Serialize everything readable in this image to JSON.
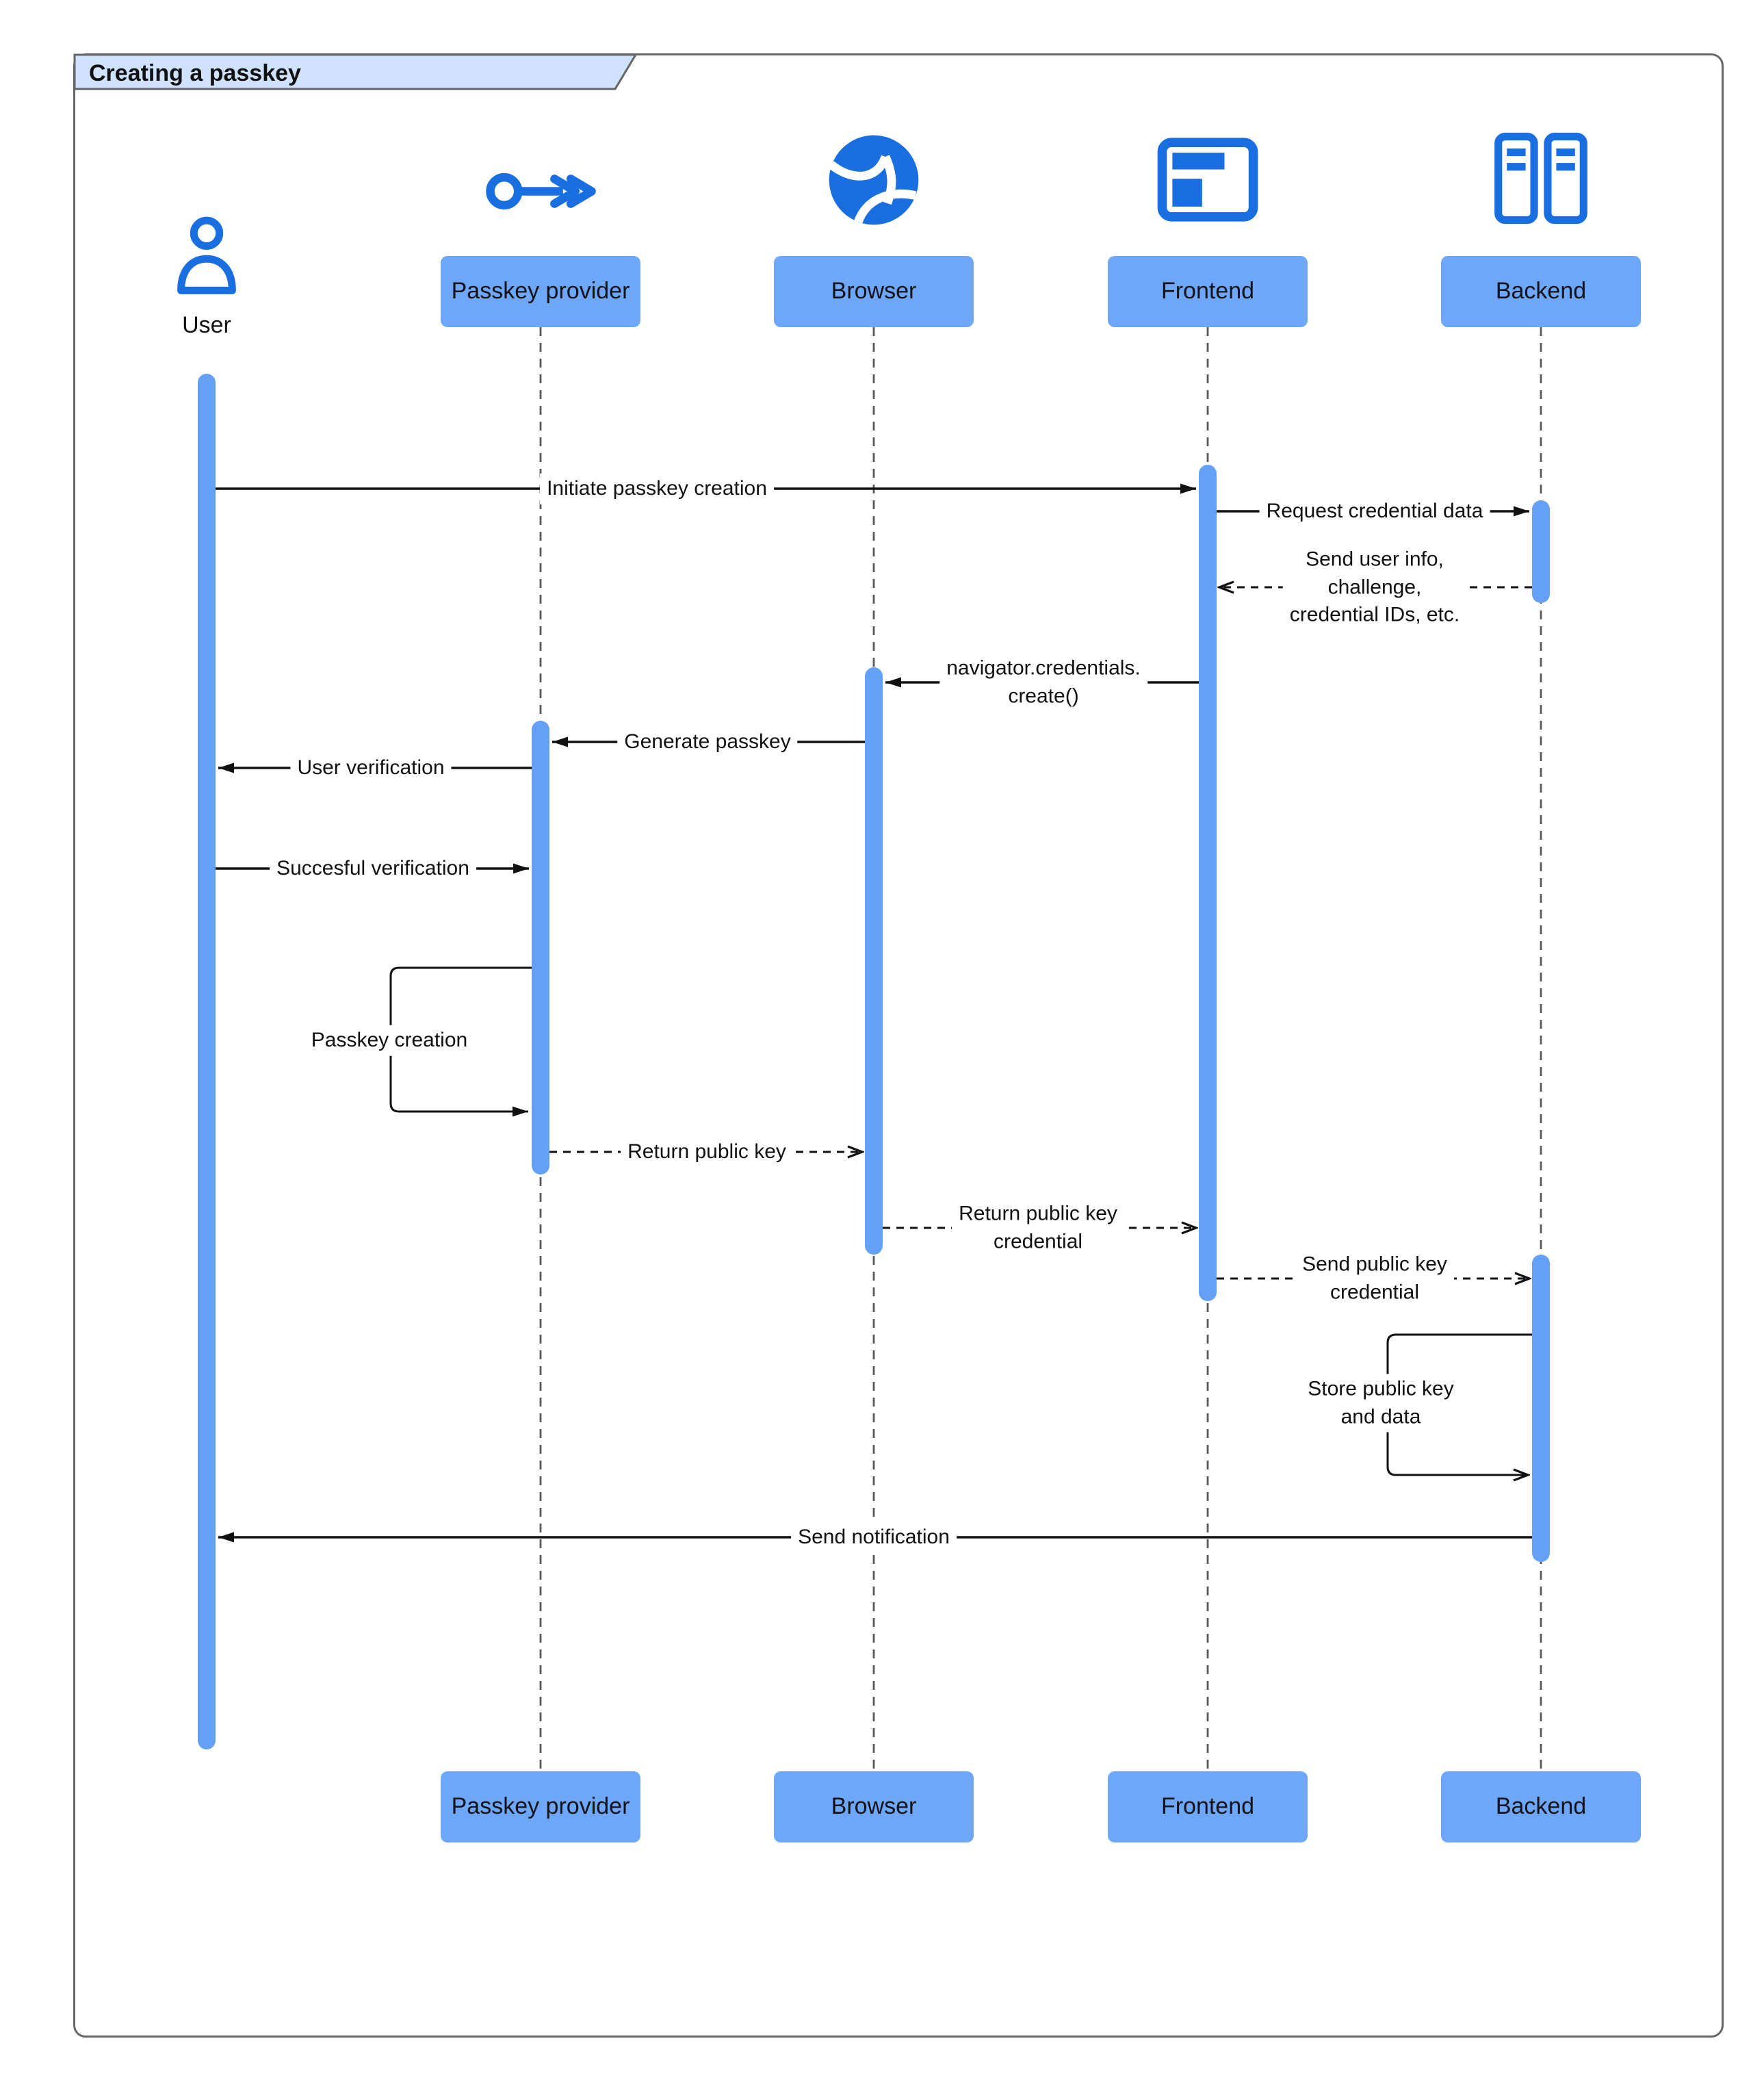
{
  "diagram": {
    "title": "Creating a passkey",
    "participants": [
      {
        "id": "user",
        "label": "User",
        "icon": "person-icon"
      },
      {
        "id": "passkey-provider",
        "label": "Passkey provider",
        "icon": "key-icon"
      },
      {
        "id": "browser",
        "label": "Browser",
        "icon": "globe-icon"
      },
      {
        "id": "frontend",
        "label": "Frontend",
        "icon": "browser-window-icon"
      },
      {
        "id": "backend",
        "label": "Backend",
        "icon": "server-icon"
      }
    ],
    "messages": [
      {
        "from": "user",
        "to": "frontend",
        "type": "solid",
        "label": "Initiate passkey creation",
        "lines": [
          "Initiate passkey creation"
        ]
      },
      {
        "from": "frontend",
        "to": "backend",
        "type": "solid",
        "label": "Request credential data",
        "lines": [
          "Request credential data"
        ]
      },
      {
        "from": "backend",
        "to": "frontend",
        "type": "dashed",
        "label": "Send user info, challenge, credential IDs, etc.",
        "lines": [
          "Send user info,",
          "challenge,",
          "credential IDs, etc."
        ]
      },
      {
        "from": "frontend",
        "to": "browser",
        "type": "solid",
        "label": "navigator.credentials.create()",
        "lines": [
          "navigator.credentials.",
          "create()"
        ]
      },
      {
        "from": "browser",
        "to": "passkey-provider",
        "type": "solid",
        "label": "Generate passkey",
        "lines": [
          "Generate passkey"
        ]
      },
      {
        "from": "passkey-provider",
        "to": "user",
        "type": "solid",
        "label": "User verification",
        "lines": [
          "User verification"
        ]
      },
      {
        "from": "user",
        "to": "passkey-provider",
        "type": "solid",
        "label": "Succesful verification",
        "lines": [
          "Succesful verification"
        ]
      },
      {
        "from": "passkey-provider",
        "to": "passkey-provider",
        "type": "self",
        "label": "Passkey creation",
        "lines": [
          "Passkey creation"
        ]
      },
      {
        "from": "passkey-provider",
        "to": "browser",
        "type": "dashed",
        "label": "Return public key",
        "lines": [
          "Return public key"
        ]
      },
      {
        "from": "browser",
        "to": "frontend",
        "type": "dashed",
        "label": "Return public key credential",
        "lines": [
          "Return public key",
          "credential"
        ]
      },
      {
        "from": "frontend",
        "to": "backend",
        "type": "dashed",
        "label": "Send public key credential",
        "lines": [
          "Send public key",
          "credential"
        ]
      },
      {
        "from": "backend",
        "to": "backend",
        "type": "self",
        "label": "Store public key and data",
        "lines": [
          "Store public key",
          "and data"
        ]
      },
      {
        "from": "backend",
        "to": "user",
        "type": "solid",
        "label": "Send notification",
        "lines": [
          "Send notification"
        ]
      }
    ],
    "colors": {
      "icon_blue": "#1a6fe0",
      "box_fill": "#6fa7f8",
      "bar_fill": "#63a0f6",
      "tab_fill": "#cfe2ff",
      "frame_border": "#666666",
      "lifeline": "#595959",
      "text": "#111111"
    }
  }
}
